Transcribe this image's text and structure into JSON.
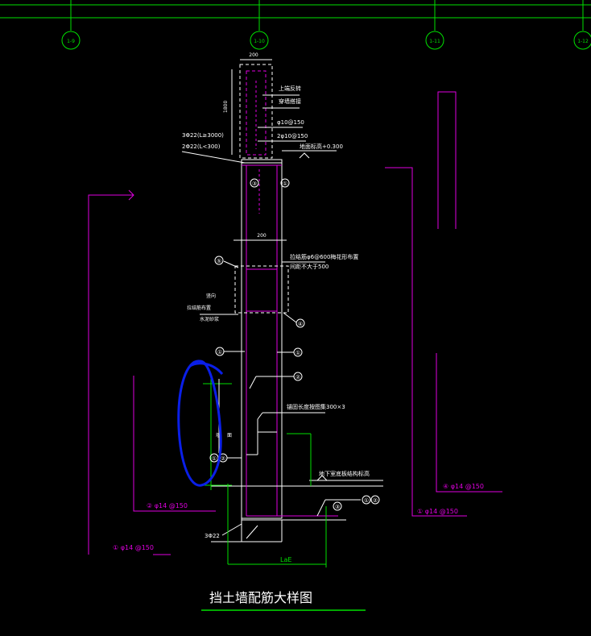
{
  "grid_axes": [
    {
      "label": "1-9"
    },
    {
      "label": "1-10"
    },
    {
      "label": "1-11"
    },
    {
      "label": "1-12"
    }
  ],
  "title": "挡土墙配筋大样图",
  "labels": {
    "wall_thickness": "200",
    "top_dim": "200",
    "side_dim": "1800",
    "upper_note_1": "上端反转",
    "upper_note_2": "穿墙搭接",
    "rebar_stirrup": "φ10@150",
    "rebar_horizontal": "2φ10@150",
    "elevation": "地面标高+0.300",
    "rebar_3phi22_a": "3Φ22(L≥3000)",
    "rebar_3phi22_b": "2Φ22(L<300)",
    "mid_note_1": "拉结筋φ6@600梅花形布置",
    "mid_note_2": "间距不大于500",
    "side_note_1": "竖向",
    "side_note_2": "拉结筋布置",
    "side_note_3": "水泥砂浆",
    "anchor_note": "锚固长度按图集300×3",
    "floor_note": "地下室底板结构标高",
    "bottom_rebar": "3Φ22",
    "lae": "LaE",
    "left_label": "①",
    "left_label_2": "②",
    "wall_label": "墙",
    "wall_label_2": "面",
    "right_label_12": "①②",
    "rebar_2_note": "② φ14 @150",
    "rebar_1_note": "① φ14 @150",
    "rebar_4_note": "④ φ14 @150",
    "rebar_1r_note": "① φ14 @150",
    "c1": "①",
    "c2": "②",
    "c3": "③",
    "c4": "④",
    "c5": "⑤"
  },
  "colors": {
    "background": "#000000",
    "grid_green": "#00e000",
    "wall_white": "#ffffff",
    "rebar_magenta": "#e000e0",
    "annotation_blue": "#0a1fe8"
  }
}
